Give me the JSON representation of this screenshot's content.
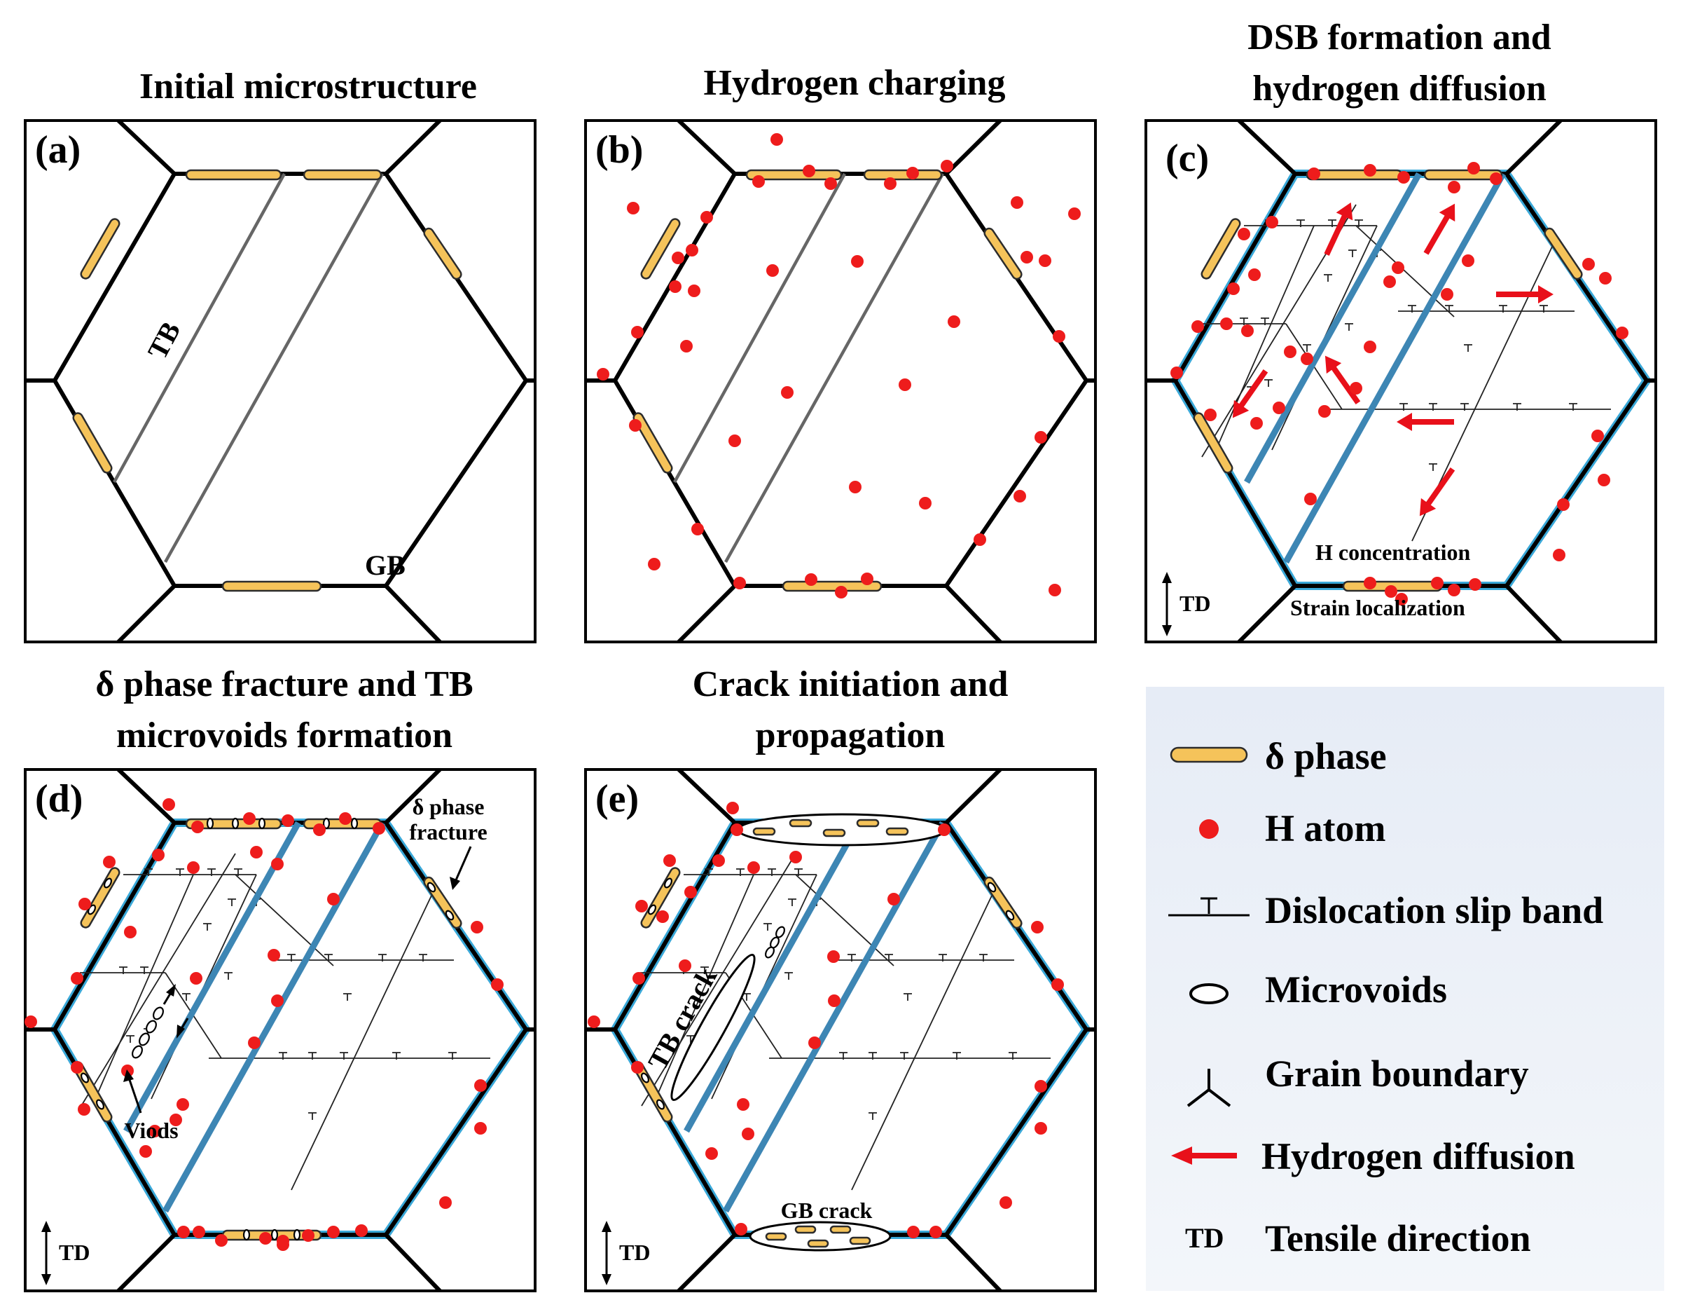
{
  "panels": [
    {
      "id": "a",
      "label": "(a)",
      "title": [
        "Initial microstructure"
      ],
      "annotations": {
        "tb": "TB",
        "gb": "GB"
      }
    },
    {
      "id": "b",
      "label": "(b)",
      "title": [
        "Hydrogen charging"
      ]
    },
    {
      "id": "c",
      "label": "(c)",
      "title": [
        "DSB formation and",
        "hydrogen diffusion"
      ],
      "annotations": {
        "h_conc": "H concentration",
        "strain": "Strain localization",
        "td": "TD"
      }
    },
    {
      "id": "d",
      "label": "(d)",
      "title": [
        "δ phase fracture and TB",
        "microvoids formation"
      ],
      "annotations": {
        "delta_frac_1": "δ phase",
        "delta_frac_2": "fracture",
        "voids": "Viods",
        "td": "TD"
      }
    },
    {
      "id": "e",
      "label": "(e)",
      "title": [
        "Crack initiation and",
        "propagation"
      ],
      "annotations": {
        "tb_crack": "TB crack",
        "gb_crack": "GB crack",
        "td": "TD"
      }
    }
  ],
  "legend": [
    {
      "symbol": "delta-phase",
      "label": "δ phase"
    },
    {
      "symbol": "h-atom",
      "label": "H atom"
    },
    {
      "symbol": "dislocation-slip-band",
      "label": "Dislocation slip band"
    },
    {
      "symbol": "microvoid",
      "label": "Microvoids"
    },
    {
      "symbol": "grain-boundary",
      "label": "Grain boundary"
    },
    {
      "symbol": "hydrogen-diffusion",
      "label": "Hydrogen diffusion"
    },
    {
      "symbol": "td",
      "label": "Tensile direction",
      "abbr": "TD"
    }
  ],
  "colors": {
    "delta_phase": "#f5c35a",
    "h_atom": "#ee1c1c",
    "diffusion_arrow": "#e8101a",
    "twin_boundary_strained": "#3d86b4",
    "boundary_glow": "#3aa8d8",
    "legend_background": "#eef2f8"
  }
}
